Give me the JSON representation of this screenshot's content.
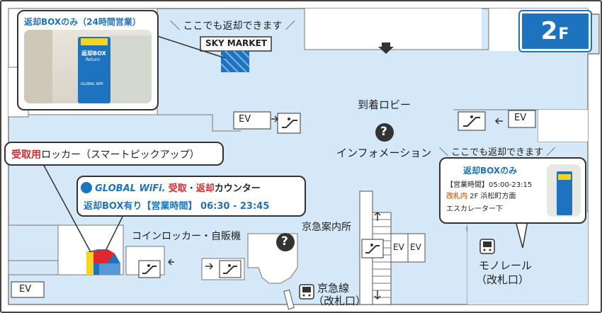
{
  "floor": {
    "label": "2",
    "suffix": "F"
  },
  "labels": {
    "sky_market": "SKY MARKET",
    "arrival_lobby": "到着ロビー",
    "information": "インフォメーション",
    "keikyu_info": "京急案内所",
    "coin_locker": "コインロッカー・自販機",
    "ev": "EV",
    "monorail": "モノレール",
    "monorail_gate": "（改札口）",
    "keikyu_line": "京急線",
    "keikyu_gate": "（改札口）",
    "return_here_top": "＼ ここでも返却できます ／",
    "return_here_right": "＼ ここでも返却できます ／",
    "info_mark": "?"
  },
  "callout_box": {
    "title": "返却BOXのみ（24時間営業）",
    "box_sign": "返却BOX",
    "box_sign_en": "Return",
    "box_logo": "GLOBAL WiFi"
  },
  "callout_pickup": {
    "title_red": "受取用",
    "title_rest": "ロッカー（スマートピックアップ）"
  },
  "callout_counter": {
    "logo": "GLOBAL WiFi.",
    "receive": "受取",
    "dot": "・",
    "return": "返却",
    "counter": "カウンター",
    "line2": "返却BOX有り【営業時間】 06:30 - 23:45"
  },
  "callout_right": {
    "title": "返却BOXのみ",
    "hours": "【営業時間】05:00-23:15",
    "gate_orange": "改札内",
    "gate_rest": " 2F 浜松町方面",
    "location": "エスカレーター下"
  },
  "colors": {
    "map_fill": "#d5e8f7",
    "brand_blue": "#1e73be",
    "red": "#e0292e",
    "orange": "#e8742a",
    "yellow": "#f6d51f"
  }
}
